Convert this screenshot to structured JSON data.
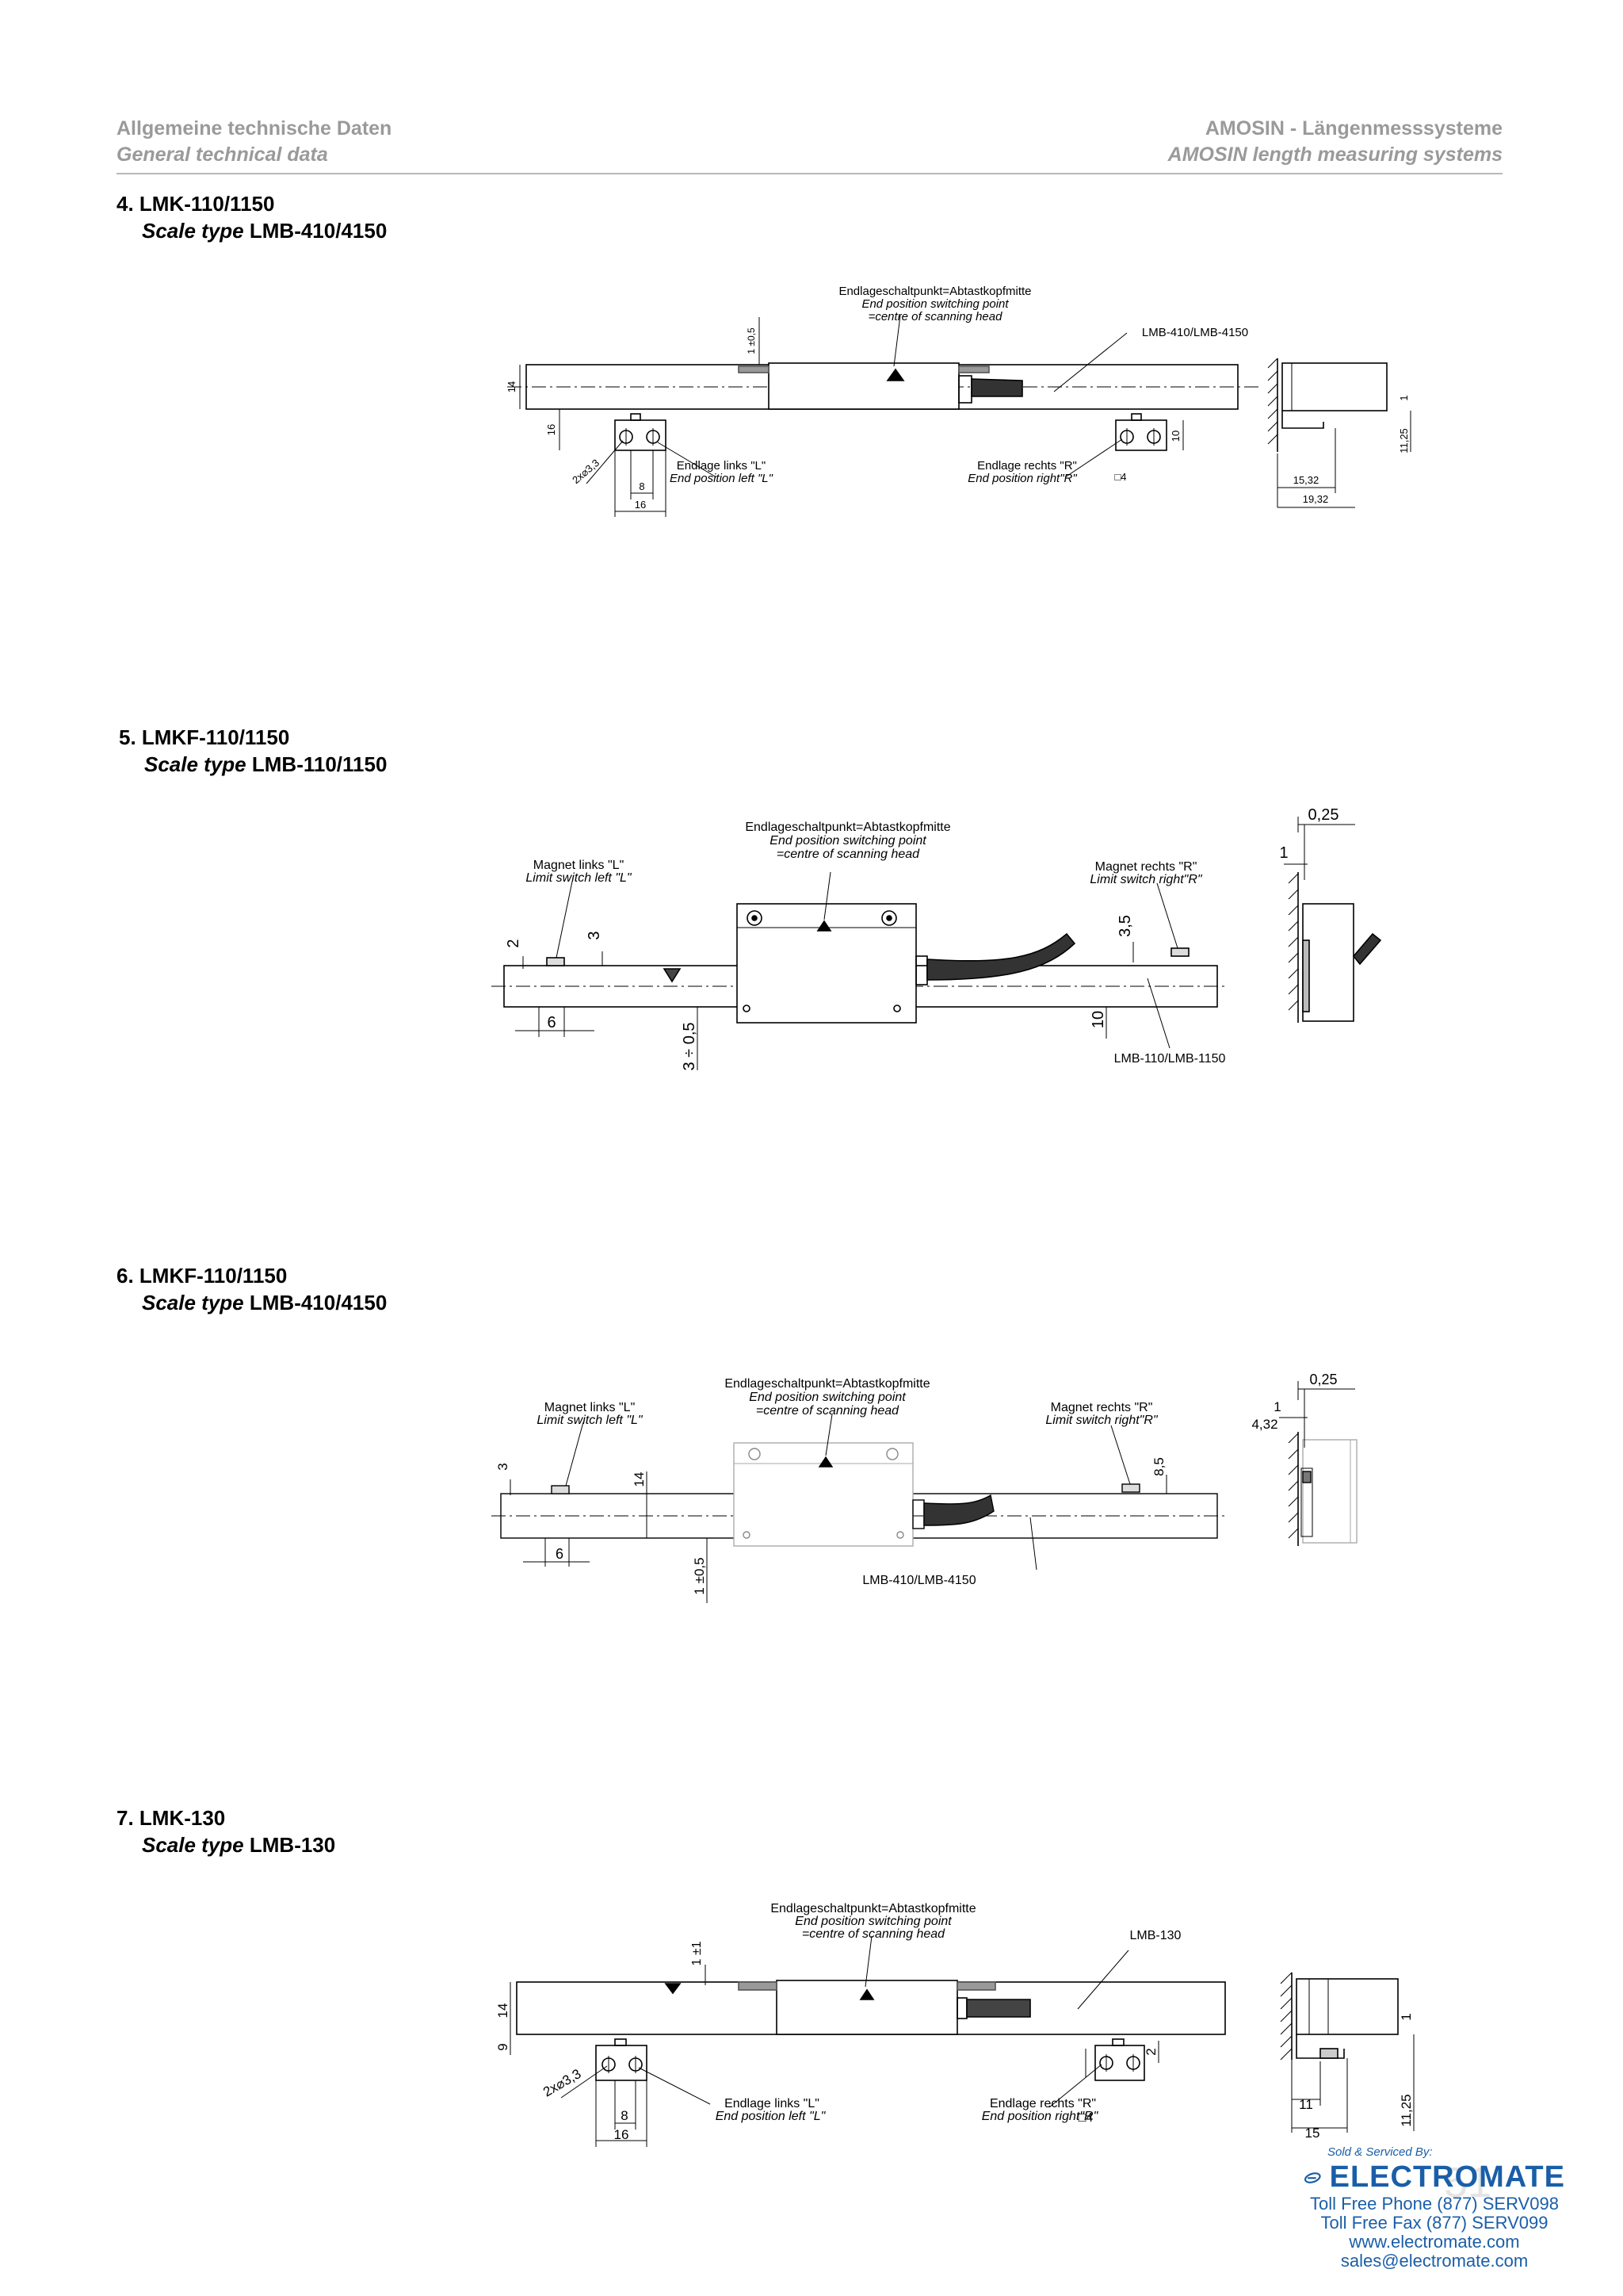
{
  "header": {
    "left_de": "Allgemeine technische Daten",
    "left_en": "General technical data",
    "right_de": "AMOSIN - Längenmesssysteme",
    "right_en": "AMOSIN length measuring systems"
  },
  "sections": [
    {
      "title": "4. LMK-110/1150",
      "scale_label": "Scale type",
      "scale_model": "LMB-410/4150",
      "labels": {
        "callout_de": "Endlageschaltpunkt=Abtastkopfmitte",
        "callout_en1": "End position switching point",
        "callout_en2": "=centre of scanning head",
        "scale": "LMB-410/LMB-4150",
        "left_de": "Endlage links \"L\"",
        "left_en": "End position left \"L\"",
        "right_de": "Endlage rechts \"R\"",
        "right_en": "End position right\"R\"",
        "holes": "2x⌀3,3",
        "square": "□4",
        "d14": "14",
        "d16": "16",
        "d1tol": "1 ±0,5",
        "d8": "8",
        "d16b": "16",
        "d10": "10",
        "d1": "1",
        "d1125": "11,25",
        "d1532": "15,32",
        "d1932": "19,32"
      }
    },
    {
      "title": "5. LMKF-110/1150",
      "scale_label": "Scale type",
      "scale_model": "LMB-110/1150",
      "labels": {
        "callout_de": "Endlageschaltpunkt=Abtastkopfmitte",
        "callout_en1": "End position switching point",
        "callout_en2": "=centre of scanning head",
        "mag_l_de": "Magnet links \"L\"",
        "mag_l_en": "Limit switch left \"L\"",
        "mag_r_de": "Magnet rechts \"R\"",
        "mag_r_en": "Limit switch right\"R\"",
        "scale": "LMB-110/LMB-1150",
        "d2": "2",
        "d3": "3",
        "d6": "6",
        "d3tol": "3 ÷ 0,5",
        "d35": "3,5",
        "d10": "10",
        "d025": "0,25",
        "d1": "1"
      }
    },
    {
      "title": "6. LMKF-110/1150",
      "scale_label": "Scale type",
      "scale_model": "LMB-410/4150",
      "labels": {
        "callout_de": "Endlageschaltpunkt=Abtastkopfmitte",
        "callout_en1": "End position switching point",
        "callout_en2": "=centre of scanning head",
        "mag_l_de": "Magnet links \"L\"",
        "mag_l_en": "Limit switch left \"L\"",
        "mag_r_de": "Magnet rechts \"R\"",
        "mag_r_en": "Limit switch right\"R\"",
        "scale": "LMB-410/LMB-4150",
        "d3": "3",
        "d14": "14",
        "d6": "6",
        "d1tol": "1 ±0,5",
        "d85": "8,5",
        "d025": "0,25",
        "d1": "1",
        "d432": "4,32"
      }
    },
    {
      "title": "7. LMK-130",
      "scale_label": "Scale type",
      "scale_model": "LMB-130",
      "labels": {
        "callout_de": "Endlageschaltpunkt=Abtastkopfmitte",
        "callout_en1": "End position switching point",
        "callout_en2": "=centre of scanning head",
        "scale": "LMB-130",
        "left_de": "Endlage links \"L\"",
        "left_en": "End position left \"L\"",
        "right_de": "Endlage rechts \"R\"",
        "right_en": "End position right\"R\"",
        "holes": "2x⌀3,3",
        "square": "□4",
        "d14": "14",
        "d9": "9",
        "d1tol": "1 ±1",
        "d8": "8",
        "d16": "16",
        "d2": "2",
        "d1": "1",
        "d11": "11",
        "d15": "15",
        "d1125": "11,25"
      }
    }
  ],
  "footer": {
    "sold_by": "Sold & Serviced By:",
    "brand": "ELECTROMATE",
    "phone": "Toll Free Phone  (877) SERV098",
    "fax": "Toll Free Fax  (877) SERV099",
    "web": "www.electromate.com",
    "email": "sales@electromate.com",
    "page_number": "51"
  }
}
